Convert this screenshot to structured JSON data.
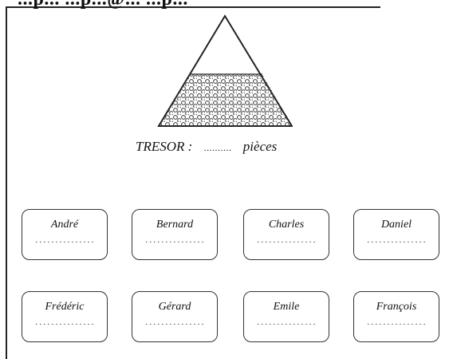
{
  "header": {
    "clipped_text": "...p... ...p...@... ...p..."
  },
  "treasure": {
    "label": "TRESOR :",
    "blank": "..........",
    "unit": "pièces"
  },
  "cards": [
    {
      "name": "André",
      "blank": "..............."
    },
    {
      "name": "Bernard",
      "blank": "..............."
    },
    {
      "name": "Charles",
      "blank": "..............."
    },
    {
      "name": "Daniel",
      "blank": "..............."
    },
    {
      "name": "Frédéric",
      "blank": "..............."
    },
    {
      "name": "Gérard",
      "blank": "..............."
    },
    {
      "name": "Emile",
      "blank": "..............."
    },
    {
      "name": "François",
      "blank": "..............."
    }
  ]
}
